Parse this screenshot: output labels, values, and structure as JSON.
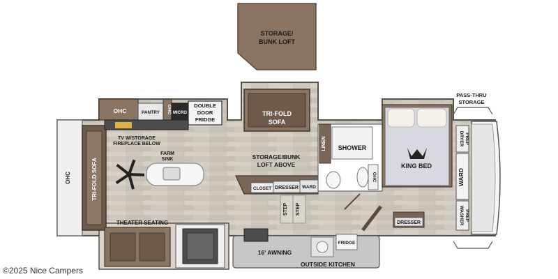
{
  "labels": {
    "storage_bunk_loft": [
      "STORAGE/",
      "BUNK LOFT"
    ],
    "pass_thru_storage": [
      "PASS-THRU",
      "STORAGE"
    ],
    "ohc_kitchen": "OHC",
    "pantry": "PANTRY",
    "ohc_small": "OHC",
    "micro": "MICRO",
    "double_door_fridge": [
      "DOUBLE",
      "DOOR",
      "FRIDGE"
    ],
    "tri_fold_sofa_top": [
      "TRI-FOLD",
      "SOFA"
    ],
    "linen": "LINEN",
    "shower": "SHOWER",
    "king_bed": "KING BED",
    "dryer_prep": [
      "DRYER",
      "PREP"
    ],
    "ohc_left": "OHC",
    "tri_fold_sofa_left": "TRI-FOLD SOFA",
    "tv_storage": [
      "TV W/STORAGE",
      "FIREPLACE BELOW"
    ],
    "farm_sink": [
      "FARM",
      "SINK"
    ],
    "storage_bunk_loft_above": [
      "STORAGE/BUNK",
      "LOFT ABOVE"
    ],
    "closet": "CLOSET",
    "dresser_center": "DRESSER",
    "ward_small": "WARD",
    "ohc_bath": "OHC",
    "ward_right": "WARD",
    "step1": "STEP",
    "step2": "STEP",
    "dresser_right": "DRESSER",
    "washer_prep": [
      "WASHER",
      "PREP"
    ],
    "theater_seating": "THEATER SEATING",
    "awning": "16' AWNING",
    "fridge_outside": "FRIDGE",
    "outside_kitchen": "OUTSIDE KITCHEN"
  },
  "copyright": "©2025 Nice Campers"
}
